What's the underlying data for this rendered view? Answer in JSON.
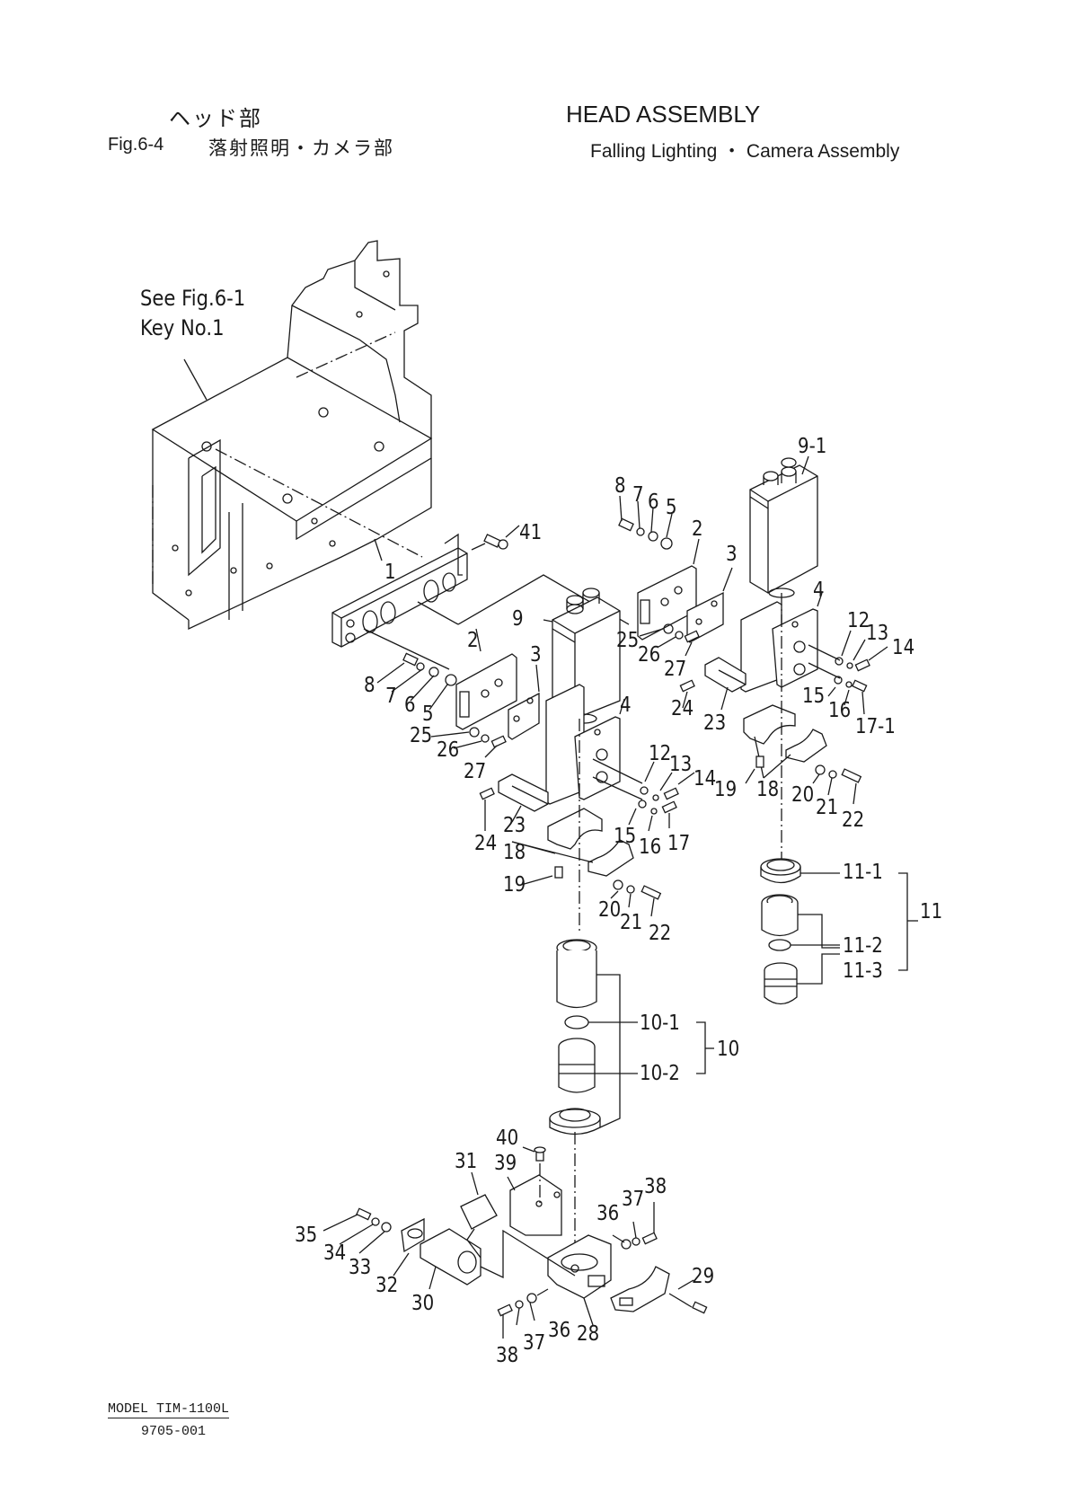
{
  "header": {
    "title_jp": "ヘッド部",
    "figure_number": "Fig.6-4",
    "subtitle_jp": "落射照明・カメラ部",
    "title_en": "HEAD ASSEMBLY",
    "subtitle_en": "Falling Lighting  ・  Camera Assembly"
  },
  "reference_note": {
    "line1": "See Fig.6-1",
    "line2": "Key No.1"
  },
  "footer": {
    "model": "MODEL TIM-1100L",
    "doc_number": "9705-001"
  },
  "callouts": {
    "k1": "1",
    "k2a": "2",
    "k2b": "2",
    "k3a": "3",
    "k3b": "3",
    "k4a": "4",
    "k4b": "4",
    "k5a": "5",
    "k5b": "5",
    "k6a": "6",
    "k6b": "6",
    "k7a": "7",
    "k7b": "7",
    "k8a": "8",
    "k8b": "8",
    "k9": "9",
    "k9_1": "9-1",
    "k10": "10",
    "k10_1": "10-1",
    "k10_2": "10-2",
    "k11": "11",
    "k11_1": "11-1",
    "k11_2": "11-2",
    "k11_3": "11-3",
    "k12a": "12",
    "k12b": "12",
    "k13a": "13",
    "k13b": "13",
    "k14a": "14",
    "k14b": "14",
    "k15a": "15",
    "k15b": "15",
    "k16a": "16",
    "k16b": "16",
    "k17": "17",
    "k17_1": "17-1",
    "k18a": "18",
    "k18b": "18",
    "k19a": "19",
    "k19b": "19",
    "k20a": "20",
    "k20b": "20",
    "k21a": "21",
    "k21b": "21",
    "k22a": "22",
    "k22b": "22",
    "k23a": "23",
    "k23b": "23",
    "k24a": "24",
    "k24b": "24",
    "k25a": "25",
    "k25b": "25",
    "k26a": "26",
    "k26b": "26",
    "k27a": "27",
    "k27b": "27",
    "k28": "28",
    "k29": "29",
    "k30": "30",
    "k31": "31",
    "k32": "32",
    "k33": "33",
    "k34": "34",
    "k35": "35",
    "k36a": "36",
    "k36b": "36",
    "k37a": "37",
    "k37b": "37",
    "k38a": "38",
    "k38b": "38",
    "k39": "39",
    "k40": "40",
    "k41": "41"
  }
}
